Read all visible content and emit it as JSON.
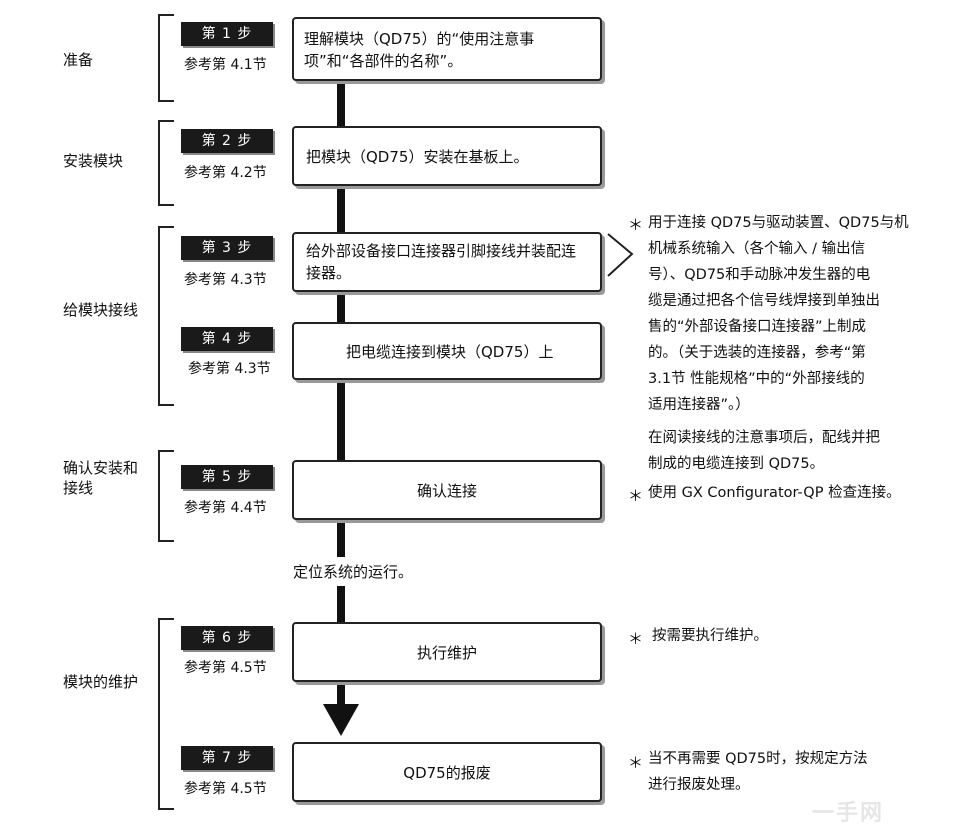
{
  "phases": [
    {
      "label": "准备"
    },
    {
      "label": "安装模块"
    },
    {
      "label": "给模块接线"
    },
    {
      "label": "确认安装和接线"
    },
    {
      "label": "模块的维护"
    }
  ],
  "steps": [
    {
      "badge": "第 1 步",
      "ref": "参考第 4.1节",
      "text": "理解模块（QD75）的“使用注意事项”和“各部件的名称”。"
    },
    {
      "badge": "第 2 步",
      "ref": "参考第 4.2节",
      "text": "把模块（QD75）安装在基板上。"
    },
    {
      "badge": "第 3 步",
      "ref": "参考第 4.3节",
      "text": "给外部设备接口连接器引脚接线并装配连接器。"
    },
    {
      "badge": "第 4 步",
      "ref": "参考第 4.3节",
      "text": "把电缆连接到模块（QD75）上"
    },
    {
      "badge": "第 5 步",
      "ref": "参考第 4.4节",
      "text": "确认连接"
    },
    {
      "badge": "第 6 步",
      "ref": "参考第 4.5节",
      "text": "执行维护"
    },
    {
      "badge": "第 7 步",
      "ref": "参考第 4.5节",
      "text": "QD75的报废"
    }
  ],
  "flow_label": "定位系统的运行。",
  "notes": {
    "wiring_star": "＊",
    "wiring_lines": [
      "用于连接 QD75与驱动装置、QD75与机",
      "机械系统输入（各个输入 / 输出信",
      "号）、QD75和手动脉冲发生器的电",
      "缆是通过把各个信号线焊接到单独出",
      "售的“外部设备接口连接器”上制成",
      "的。（关于选装的连接器，参考“第",
      "3.1节 性能规格”中的“外部接线的",
      "适用连接器”。）"
    ],
    "after_lines": [
      "在阅读接线的注意事项后，配线并把",
      "制成的电缆连接到 QD75。"
    ],
    "confirm_star": "＊",
    "confirm": "使用 GX Configurator-QP 检查连接。",
    "maint_star": "＊",
    "maint": "按需要执行维护。",
    "disposal_star": "＊",
    "disposal_lines": [
      "当不再需要 QD75时，按规定方法",
      "进行报废处理。"
    ]
  },
  "watermark": "一手网"
}
